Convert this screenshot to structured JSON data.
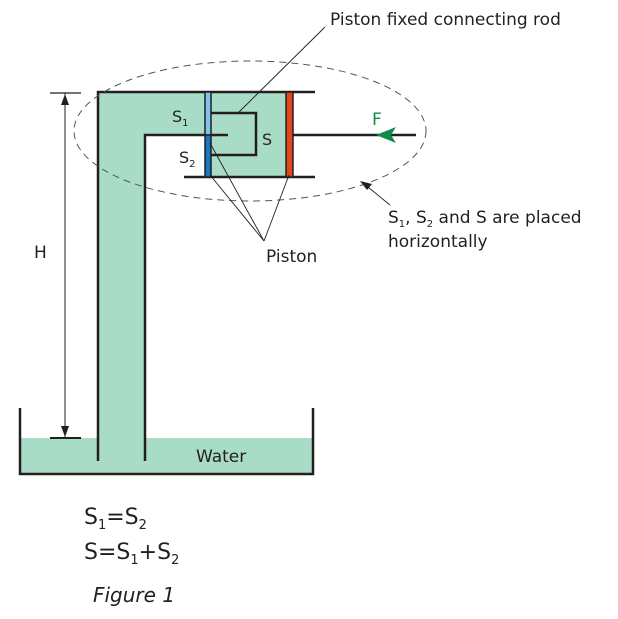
{
  "figure": {
    "caption": "Figure 1",
    "colors": {
      "water": "#a8dcc6",
      "outline": "#231f20",
      "piston_s1": "#7fc4ec",
      "piston_s2": "#1a78c2",
      "piston_s": "#e0461c",
      "force_arrow": "#0f8a4a"
    },
    "labels": {
      "rod_callout": "Piston fixed connecting rod",
      "piston_callout": "Piston",
      "placement_note_line1_a": "S",
      "placement_note_line1_sub1": "1",
      "placement_note_line1_b": ", S",
      "placement_note_line1_sub2": "2",
      "placement_note_line1_c": " and S are placed",
      "placement_note_line2": "horizontally",
      "height": "H",
      "water": "Water",
      "force": "F",
      "area_s1": "S",
      "area_s1_sub": "1",
      "area_s2": "S",
      "area_s2_sub": "2",
      "area_s": "S"
    },
    "equations": [
      {
        "parts": [
          "S",
          "1",
          "=S",
          "2"
        ]
      },
      {
        "parts": [
          "S=S",
          "1",
          "+S",
          "2"
        ]
      }
    ]
  }
}
